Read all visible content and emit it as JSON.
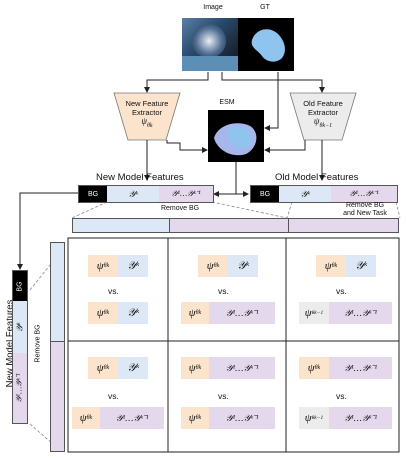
{
  "top": {
    "image_label": "Image",
    "gt_label": "GT",
    "esm_label": "ESM"
  },
  "extractors": {
    "new": {
      "line1": "New Feature",
      "line2": "Extractor",
      "symbol": "ψ",
      "sub": "θk"
    },
    "old": {
      "line1": "Old Feature",
      "line2": "Extractor",
      "symbol": "ψ",
      "sub": "θk−1"
    }
  },
  "features": {
    "new_title": "New Model Features",
    "old_title": "Old Model Features",
    "bg": "BG",
    "yk": "𝒴ᵏ",
    "yold": "𝒴¹…𝒴ᵏ⁻¹"
  },
  "ops": {
    "remove_bg": "Remove BG",
    "remove_bg_task_1": "Remove BG",
    "remove_bg_task_2": "and New Task"
  },
  "left": {
    "title": "New Model Features",
    "bg": "BG",
    "remove_bg": "Remove BG"
  },
  "grid": {
    "vs": "vs.",
    "psi_new": "ψ",
    "sub_new": "θk",
    "psi_old": "ψ",
    "sub_old": "θk−1",
    "yk": "𝒴ᵏ",
    "yold": "𝒴¹…𝒴ᵏ⁻¹"
  },
  "colors": {
    "orange": "#fbe3cc",
    "blue": "#dde8f7",
    "purple": "#e4d9ec",
    "grey": "#ececec"
  }
}
